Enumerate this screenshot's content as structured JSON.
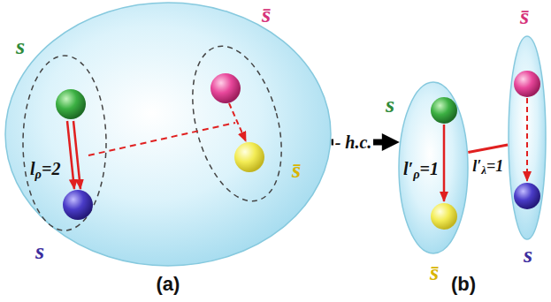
{
  "diagram": {
    "nodes": [
      {
        "text": [
          "s",
          "s̄",
          "s̄",
          "s"
        ]
      },
      {
        "text": [
          "lρ=2"
        ],
        "in": 0
      },
      {
        "text": [
          "s",
          "l′ρ=1",
          "s̄"
        ]
      },
      {
        "text": [
          "s̄",
          "s"
        ]
      }
    ],
    "edges": [
      {
        "from": 0,
        "to": 2,
        "arrow": "to",
        "label": "- h.c."
      },
      {
        "from": 2,
        "to": 3,
        "arrow": "none",
        "label": "l′λ=1"
      }
    ],
    "labels": [
      "(a)",
      "(b)"
    ]
  }
}
